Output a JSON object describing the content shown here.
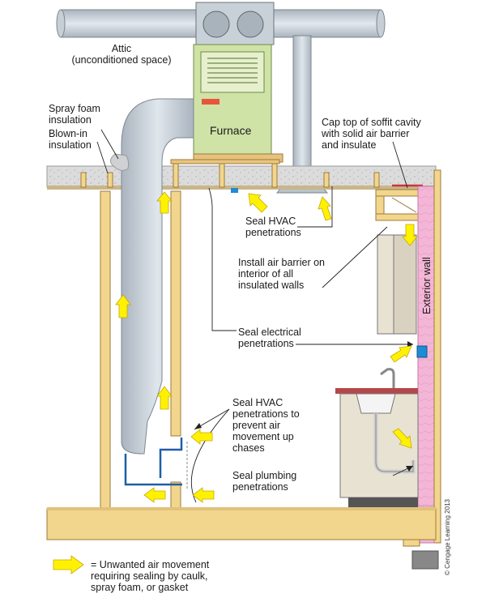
{
  "labels": {
    "attic": "Attic\n(unconditioned space)",
    "spray_foam": "Spray foam\ninsulation",
    "blown_in": "Blown-in\ninsulation",
    "furnace": "Furnace",
    "soffit": "Cap top of soffit cavity\nwith solid air barrier\nand insulate",
    "seal_hvac_1": "Seal HVAC\npenetrations",
    "air_barrier": "Install air barrier on\ninterior of all\ninsulated walls",
    "seal_electrical": "Seal electrical\npenetrations",
    "seal_hvac_2": "Seal HVAC\npenetrations to\nprevent air\nmovement up\nchases",
    "seal_plumbing": "Seal plumbing\npenetrations",
    "exterior_wall": "Exterior wall"
  },
  "legend": {
    "icon": "yellow-arrow-icon",
    "text": "= Unwanted air movement\nrequiring sealing by caulk,\nspray foam, or gasket"
  },
  "copyright": "© Cengage Learning 2013",
  "colors": {
    "duct": "#b9c3cc",
    "furnace": "#cfe3a6",
    "wood": "#f2d68e",
    "insulation_pink": "#f3b6d6",
    "arrow_yellow": "#fff200",
    "countertop": "#b5474a",
    "seal_blue": "#1e8bd4"
  }
}
